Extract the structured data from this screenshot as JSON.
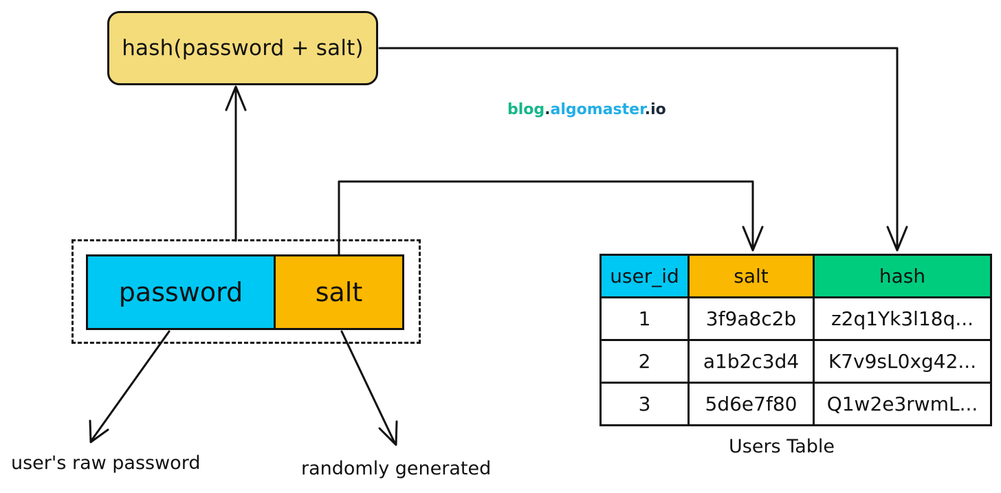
{
  "hash_box": {
    "label": "hash(password + salt)"
  },
  "input_combo": {
    "password_label": "password",
    "salt_label": "salt"
  },
  "captions": {
    "password_note": "user's raw password",
    "salt_note": "randomly generated"
  },
  "watermark": {
    "part1": "blog",
    "dot1": ".",
    "part2": "algomaster",
    "dot2": ".",
    "part3": "io"
  },
  "users_table": {
    "title": "Users Table",
    "columns": [
      "user_id",
      "salt",
      "hash"
    ],
    "rows": [
      [
        "1",
        "3f9a8c2b",
        "z2q1Yk3l18q..."
      ],
      [
        "2",
        "a1b2c3d4",
        "K7v9sL0xg42..."
      ],
      [
        "3",
        "5d6e7f80",
        "Q1w2e3rwmL..."
      ]
    ]
  },
  "colors": {
    "hash_box": "#f5dc7a",
    "password": "#00c8f4",
    "salt": "#fbb800",
    "hash_header": "#00cc7e"
  }
}
